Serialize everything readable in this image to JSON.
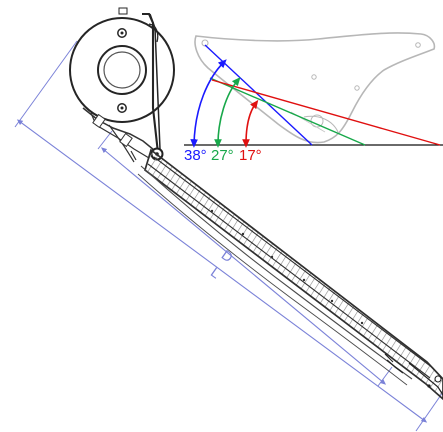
{
  "colors": {
    "blue": "#1a1aff",
    "green": "#18a84a",
    "red": "#e01010",
    "outline": "#202020",
    "light_outline": "#b7b7b7",
    "dimension": "#7b82d8",
    "rail": "#2f2f2f"
  },
  "angles": {
    "blue": "38°",
    "green": "27°",
    "red": "17°"
  },
  "dimensions": {
    "outer": "D",
    "inner": "L"
  }
}
